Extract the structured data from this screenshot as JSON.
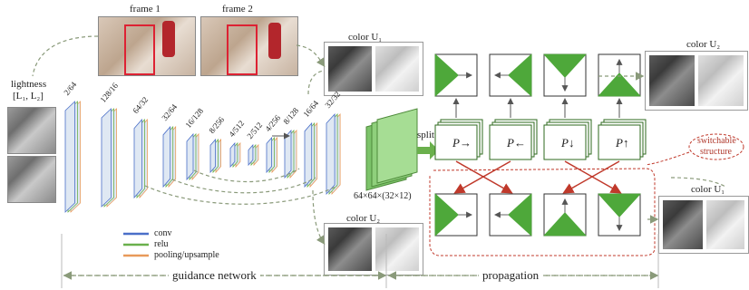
{
  "labels": {
    "frame1": "frame 1",
    "frame2": "frame 2",
    "lightness_line1": "lightness",
    "lightness_line2": "[L₁, L₂]",
    "color_u1_top": "color U₁",
    "color_u2_top": "color U₂",
    "color_u2_bottom": "color U₂",
    "color_u1_right": "color U₁",
    "split": "split",
    "switchable_line1": "switchable",
    "switchable_line2": "structure",
    "output_dims": "64×64×(32×12)",
    "guidance_network": "guidance network",
    "propagation": "propagation"
  },
  "layer_sizes": [
    "2/64",
    "128/16",
    "64/32",
    "32/64",
    "16/128",
    "8/256",
    "4/512",
    "2/512",
    "4/256",
    "8/128",
    "16/64",
    "32/32"
  ],
  "prop_labels": [
    "P→",
    "P←",
    "P↓",
    "P↑"
  ],
  "legend": [
    {
      "label": "conv",
      "color": "#4a6fc8"
    },
    {
      "label": "relu",
      "color": "#6ab04c"
    },
    {
      "label": "pooling/upsample",
      "color": "#e89a5a"
    }
  ],
  "colors": {
    "green": "#4ea83a",
    "red": "#c0392b",
    "dashed": "#8a9a7a",
    "layer_fill": "#dfe8f3"
  }
}
